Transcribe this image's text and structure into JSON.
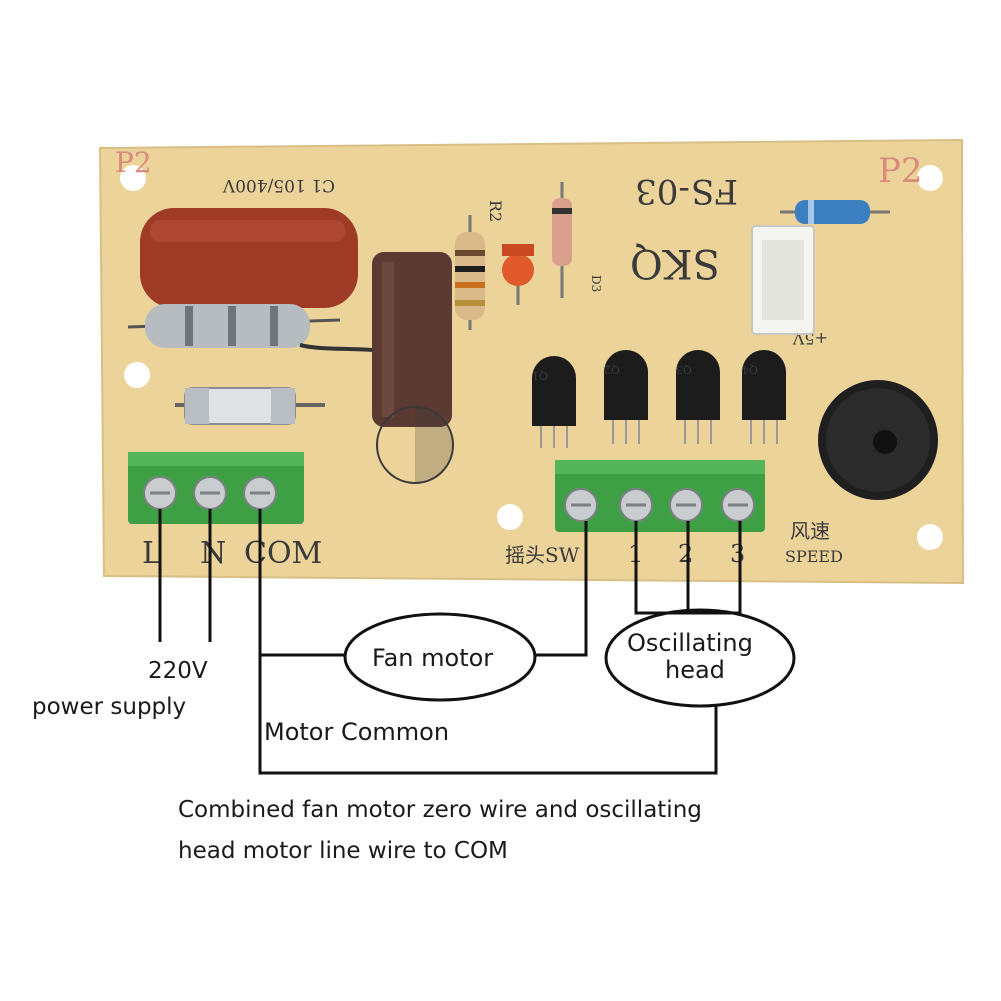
{
  "board": {
    "model_code": "FS-03",
    "brand": "SKQ",
    "cap_label": "C1  105/400V",
    "resistor_label": "R2",
    "zener_label": "D3",
    "plus5v_label": "+5V",
    "transistor_labels": [
      "Q1",
      "Q2",
      "Q3",
      "Q4"
    ],
    "power_terminals": [
      "L",
      "N",
      "COM"
    ],
    "output_terminal_labels": [
      "摇头SW",
      "1",
      "2",
      "3"
    ],
    "speed_label_cn": "风速",
    "speed_label_en": "SPEED",
    "corner_marks": [
      "P2",
      "P2"
    ],
    "colors": {
      "pcb": "#ecd39a",
      "terminal_green": "#3f9f45",
      "capacitor_red": "#9e3a26",
      "wire": "#111111"
    }
  },
  "annotations": {
    "supply": [
      "220V",
      "power supply"
    ],
    "fan_motor": "Fan motor",
    "oscillating_head": [
      "Oscillating",
      "head"
    ],
    "motor_common": "Motor Common",
    "footnote": [
      "Combined fan motor zero wire and oscillating",
      "head motor line wire to COM"
    ]
  }
}
